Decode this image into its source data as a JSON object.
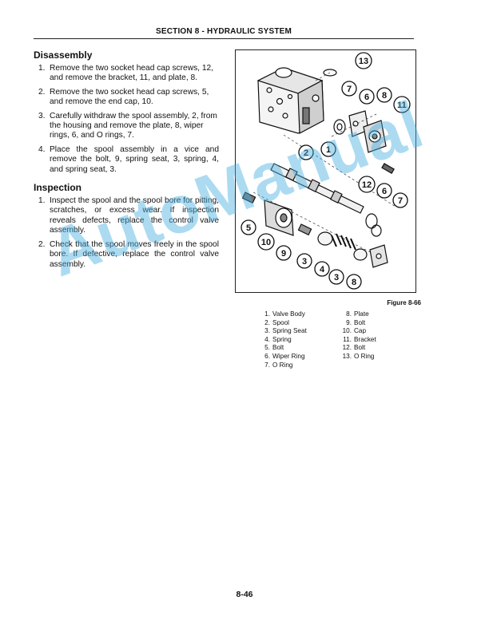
{
  "header": {
    "title": "SECTION 8 - HYDRAULIC SYSTEM"
  },
  "disassembly": {
    "heading": "Disassembly",
    "steps": [
      {
        "num": "1.",
        "text": "Remove the two socket head cap screws, 12, and remove the bracket, 11, and plate, 8."
      },
      {
        "num": "2.",
        "text": "Remove the two socket head cap screws, 5, and remove the end cap, 10."
      },
      {
        "num": "3.",
        "text": "Carefully withdraw the spool assembly, 2, from the housing and remove the plate, 8, wiper rings, 6, and O rings, 7."
      },
      {
        "num": "4.",
        "text": "Place the spool assembly in a vice and remove the bolt, 9, spring seat, 3, spring, 4, and spring seat, 3."
      }
    ]
  },
  "inspection": {
    "heading": "Inspection",
    "steps": [
      {
        "num": "1.",
        "text": "Inspect the spool and the spool bore for pitting, scratches, or excess wear. If inspection reveals defects, replace the control valve assembly."
      },
      {
        "num": "2.",
        "text": "Check that the spool moves freely in the spool bore. If defective, replace the control valve assembly."
      }
    ]
  },
  "figure": {
    "caption": "Figure 8-66",
    "callouts": [
      "1",
      "2",
      "3",
      "3",
      "4",
      "5",
      "6",
      "6",
      "7",
      "7",
      "8",
      "8",
      "9",
      "10",
      "11",
      "12",
      "13"
    ],
    "legend": [
      {
        "num": "1.",
        "label": "Valve Body"
      },
      {
        "num": "2.",
        "label": "Spool"
      },
      {
        "num": "3.",
        "label": "Spring Seat"
      },
      {
        "num": "4.",
        "label": "Spring"
      },
      {
        "num": "5.",
        "label": "Bolt"
      },
      {
        "num": "6.",
        "label": "Wiper Ring"
      },
      {
        "num": "7.",
        "label": "O Ring"
      },
      {
        "num": "8.",
        "label": "Plate"
      },
      {
        "num": "9.",
        "label": "Bolt"
      },
      {
        "num": "10.",
        "label": "Cap"
      },
      {
        "num": "11.",
        "label": "Bracket"
      },
      {
        "num": "12.",
        "label": "Bolt"
      },
      {
        "num": "13.",
        "label": "O Ring"
      }
    ]
  },
  "watermark": {
    "text": "AutoManual",
    "color": "#46afe1"
  },
  "footer": {
    "page_number": "8-46"
  }
}
